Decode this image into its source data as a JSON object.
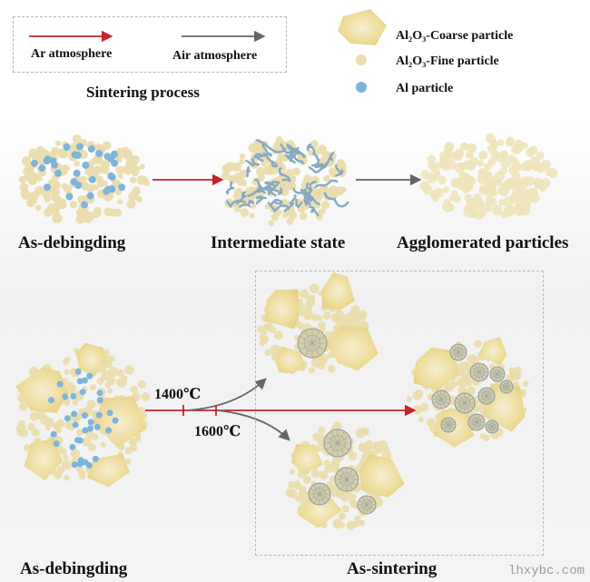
{
  "legend": {
    "ar_label": "Ar atmosphere",
    "air_label": "Air atmosphere",
    "title": "Sintering process",
    "coarse_label": "Al₂O₃-Coarse particle",
    "fine_label": "Al₂O₃-Fine particle",
    "al_label": "Al particle"
  },
  "top_row": {
    "stage1": "As-debingding",
    "stage2": "Intermediate state",
    "stage3": "Agglomerated particles"
  },
  "bottom_row": {
    "temp_1400": "1400℃",
    "temp_1600": "1600℃",
    "left_label": "As-debingding",
    "right_label": "As-sintering"
  },
  "watermark": "lhxybc.com",
  "colors": {
    "coarse": "#ecd997",
    "fine": "#eadcad",
    "al": "#7db4dc",
    "ar_arrow": "#c8232c",
    "air_arrow": "#666666",
    "network": "#86a9c2"
  }
}
